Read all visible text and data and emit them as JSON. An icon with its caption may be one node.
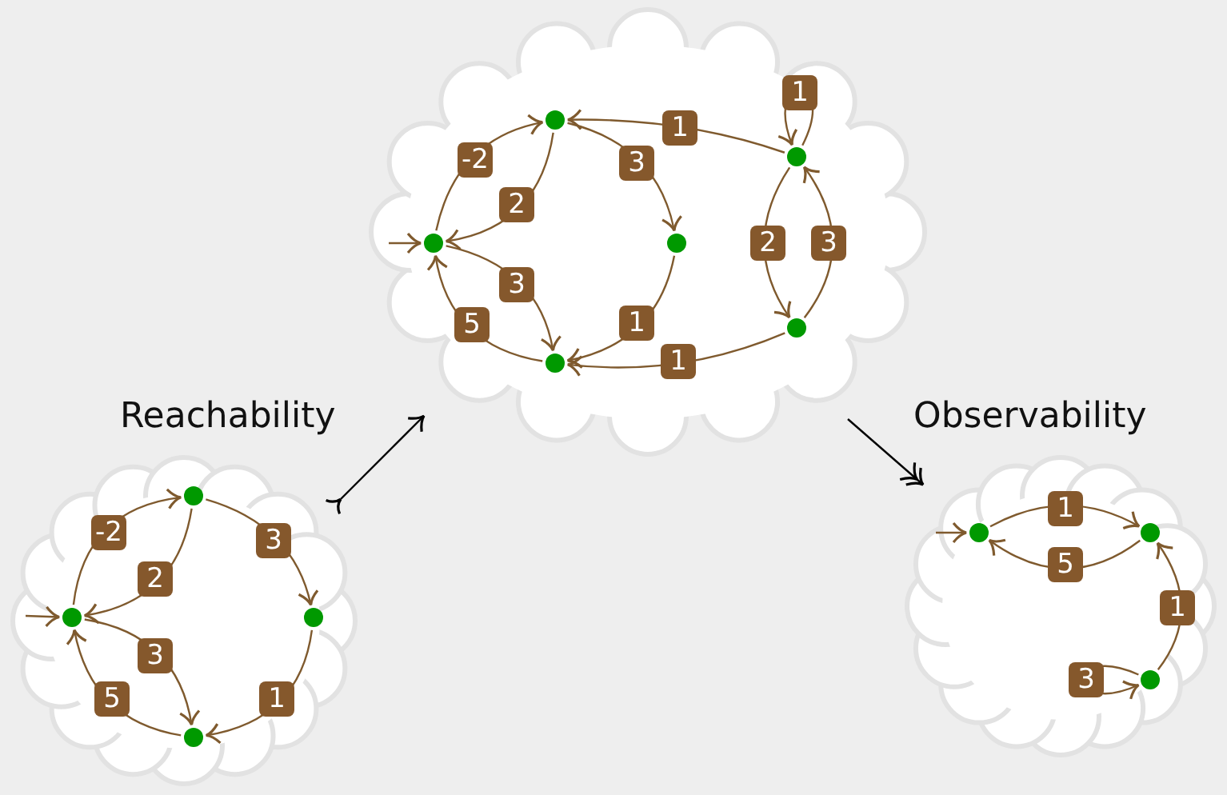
{
  "diagram": {
    "nodes": [
      {
        "text": [],
        "shape": "cloud"
      },
      {
        "text": [],
        "shape": "circle",
        "in": 0
      },
      {
        "text": [],
        "shape": "circle",
        "in": 0
      },
      {
        "text": [],
        "shape": "circle",
        "in": 0
      },
      {
        "text": [],
        "shape": "circle",
        "in": 0
      },
      {
        "text": [],
        "shape": "cloud"
      },
      {
        "text": [],
        "shape": "circle",
        "in": 5
      },
      {
        "text": [],
        "shape": "circle",
        "in": 5
      },
      {
        "text": [],
        "shape": "circle",
        "in": 5
      },
      {
        "text": [],
        "shape": "circle",
        "in": 5
      },
      {
        "text": [],
        "shape": "circle",
        "in": 5
      },
      {
        "text": [],
        "shape": "circle",
        "in": 5
      },
      {
        "text": [],
        "shape": "cloud"
      },
      {
        "text": [],
        "shape": "circle",
        "in": 12
      },
      {
        "text": [],
        "shape": "circle",
        "in": 12
      },
      {
        "text": [],
        "shape": "circle",
        "in": 12
      }
    ],
    "edges": [
      {
        "from": null,
        "to": 2,
        "arrow": "to"
      },
      {
        "from": 2,
        "to": 1,
        "arrow": "to",
        "label": "-2"
      },
      {
        "from": 1,
        "to": 2,
        "arrow": "to",
        "label": "2"
      },
      {
        "from": 1,
        "to": 3,
        "arrow": "to",
        "label": "3"
      },
      {
        "from": 2,
        "to": 4,
        "arrow": "to",
        "label": "3"
      },
      {
        "from": 4,
        "to": 2,
        "arrow": "to",
        "label": "5"
      },
      {
        "from": 3,
        "to": 4,
        "arrow": "to",
        "label": "1"
      },
      {
        "from": 0,
        "to": 5,
        "arrow": "to",
        "label": "Reachability",
        "color": "#000000"
      },
      {
        "from": null,
        "to": 8,
        "arrow": "to"
      },
      {
        "from": 8,
        "to": 6,
        "arrow": "to",
        "label": "-2"
      },
      {
        "from": 6,
        "to": 8,
        "arrow": "to",
        "label": "2"
      },
      {
        "from": 6,
        "to": 9,
        "arrow": "to",
        "label": "3"
      },
      {
        "from": 8,
        "to": 11,
        "arrow": "to",
        "label": "3"
      },
      {
        "from": 11,
        "to": 8,
        "arrow": "to",
        "label": "5"
      },
      {
        "from": 9,
        "to": 11,
        "arrow": "to",
        "label": "1"
      },
      {
        "from": 7,
        "to": 6,
        "arrow": "to",
        "label": "1"
      },
      {
        "from": 7,
        "to": 7,
        "arrow": "to",
        "label": "1"
      },
      {
        "from": 7,
        "to": 10,
        "arrow": "to",
        "label": "2"
      },
      {
        "from": 10,
        "to": 7,
        "arrow": "to",
        "label": "3"
      },
      {
        "from": 10,
        "to": 11,
        "arrow": "to",
        "label": "1"
      },
      {
        "from": 5,
        "to": 12,
        "arrow": "to",
        "label": "Observability",
        "color": "#000000"
      },
      {
        "from": null,
        "to": 13,
        "arrow": "to"
      },
      {
        "from": 13,
        "to": 14,
        "arrow": "to",
        "label": "1"
      },
      {
        "from": 14,
        "to": 13,
        "arrow": "to",
        "label": "5"
      },
      {
        "from": 15,
        "to": 14,
        "arrow": "to",
        "label": "1"
      },
      {
        "from": 15,
        "to": 15,
        "arrow": "to",
        "label": "3"
      }
    ]
  }
}
